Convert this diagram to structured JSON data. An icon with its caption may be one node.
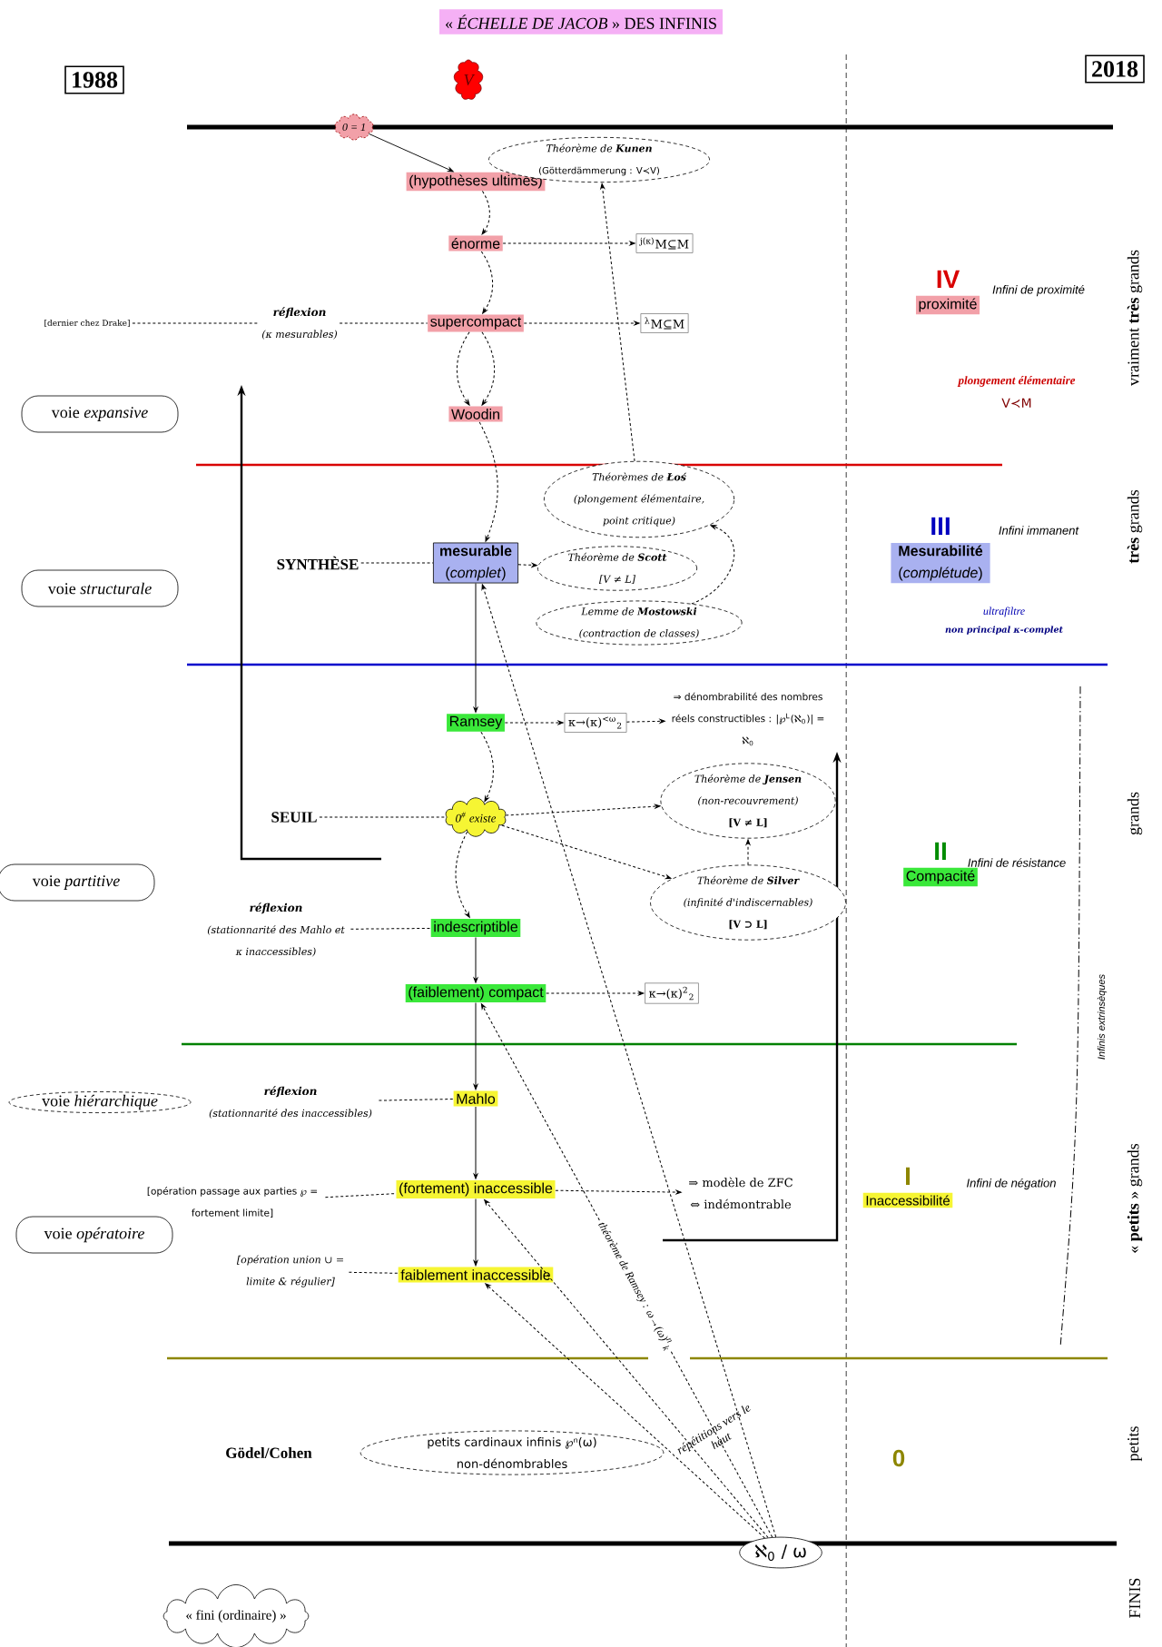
{
  "diagram": {
    "title": "« *ÉCHELLE DE JACOB* » DES INFINIS",
    "nodes": [
      {
        "text": [
          "1988"
        ]
      },
      {
        "text": [
          "V"
        ]
      },
      {
        "text": [
          "2018"
        ]
      },
      {
        "text": [
          "0 = 1"
        ]
      },
      {
        "text": [
          "(hypothèses ultimes)"
        ]
      },
      {
        "text": [
          "Théorème de **Kunen**",
          "(Götterdämmerung : V≺V)"
        ]
      },
      {
        "text": [
          "énorme"
        ]
      },
      {
        "text": [
          "$^{j(κ)}$M⊆M"
        ]
      },
      {
        "text": [
          "[dernier chez Drake]"
        ]
      },
      {
        "text": [
          "réflexion",
          "(κ mesurables)"
        ]
      },
      {
        "text": [
          "supercompact"
        ]
      },
      {
        "text": [
          "$^{λ}$M⊆M"
        ]
      },
      {
        "text": [
          "proximité"
        ],
        "beside": [
          "IV"
        ]
      },
      {
        "text": [
          "voie *expansive*"
        ]
      },
      {
        "text": [
          "Woodin"
        ]
      },
      {
        "text": [
          "Théorèmes de **Łoś**",
          "(plongement élémentaire, point critique)"
        ]
      },
      {
        "text": [
          "SYNTHÈSE"
        ]
      },
      {
        "text": [
          "**mesurable** (*complet*)"
        ]
      },
      {
        "text": [
          "Théorème de **Scott**",
          "[V ≠ L]"
        ]
      },
      {
        "text": [
          "**Mesurabilité** (*complétude*)"
        ],
        "beside": [
          "III"
        ]
      },
      {
        "text": [
          "voie *structurale*"
        ]
      },
      {
        "text": [
          "Lemme de **Mostowski**",
          "(contraction de classes)"
        ]
      },
      {
        "text": [
          "Ramsey"
        ]
      },
      {
        "text": [
          "κ→(κ)$^{<ω}$$_{2}$"
        ]
      },
      {
        "text": [
          "⇒ dénombrabilité des nombres réels constructibles : |℘$^{L}$(ℵ$_{0}$)| = ℵ$_{0}$"
        ]
      },
      {
        "text": [
          "SEUIL"
        ]
      },
      {
        "text": [
          "0$^{#}$ existe"
        ]
      },
      {
        "text": [
          "Théorème de **Jensen**",
          "(non-recouvrement)",
          "[V ≠ L]"
        ]
      },
      {
        "text": [
          "voie *partitive*"
        ]
      },
      {
        "text": [
          "Théorème de **Silver**",
          "(infinité d'indiscernables)",
          "[V ⊃ L]"
        ]
      },
      {
        "text": [
          "Compacité"
        ],
        "beside": [
          "II"
        ]
      },
      {
        "text": [
          "réflexion",
          "(stationnarité des Mahlo et κ inaccessibles)"
        ]
      },
      {
        "text": [
          "indescriptible"
        ]
      },
      {
        "text": [
          "(faiblement) compact"
        ]
      },
      {
        "text": [
          "κ→(κ)$^{2}$$_{2}$"
        ]
      },
      {
        "text": [
          "voie *hiérarchique*"
        ]
      },
      {
        "text": [
          "réflexion",
          "(stationnarité des inaccessibles)"
        ]
      },
      {
        "text": [
          "Mahlo"
        ]
      },
      {
        "text": [
          "[opération passage aux parties ℘ = fortement limite]"
        ]
      },
      {
        "text": [
          "(fortement) inaccessible"
        ]
      },
      {
        "text": [
          "⇒ modèle de ZFC ⇔ indémontrable"
        ]
      },
      {
        "text": [
          "Inaccessibilité"
        ],
        "beside": [
          "I"
        ]
      },
      {
        "text": [
          "voie *opératoire*"
        ]
      },
      {
        "text": [
          "[opération union ∪ = limite & régulier]"
        ]
      },
      {
        "text": [
          "faiblement inaccessible"
        ]
      },
      {
        "text": [
          "Gödel/Cohen"
        ]
      },
      {
        "text": [
          "petits cardinaux infinis ℘ⁿ(ω) non-dénombrables"
        ]
      },
      {
        "text": [
          "ℵ$_{0}$ / ω"
        ]
      },
      {
        "text": [
          "« fini (ordinaire) »"
        ]
      }
    ],
    "edges": [
      {
        "from": 3,
        "to": 4,
        "arrow": "to"
      },
      {
        "from": 4,
        "to": 6,
        "arrow": "to",
        "style": "dashed"
      },
      {
        "from": 6,
        "to": 7,
        "arrow": "to",
        "style": "dashed"
      },
      {
        "from": 8,
        "to": 9,
        "arrow": "none",
        "style": "dashed"
      },
      {
        "from": 9,
        "to": 10,
        "arrow": "none",
        "style": "dashed"
      },
      {
        "from": 6,
        "to": 10,
        "arrow": "to",
        "style": "dashed"
      },
      {
        "from": 10,
        "to": 11,
        "arrow": "to",
        "style": "dashed"
      },
      {
        "from": 10,
        "to": 14,
        "arrow": "to",
        "style": "dashed"
      },
      {
        "from": 10,
        "to": 14,
        "arrow": "to",
        "style": "dashed"
      },
      {
        "from": 14,
        "to": 17,
        "arrow": "to",
        "style": "dashed"
      },
      {
        "from": 15,
        "to": 5,
        "arrow": "to",
        "style": "dashed"
      },
      {
        "from": 16,
        "to": 17,
        "arrow": "none",
        "style": "dashed"
      },
      {
        "from": 17,
        "to": 18,
        "arrow": "to",
        "style": "dashed"
      },
      {
        "from": 21,
        "to": 15,
        "arrow": "to",
        "style": "dashed"
      },
      {
        "from": 17,
        "to": 22,
        "arrow": "to"
      },
      {
        "from": 22,
        "to": 23,
        "arrow": "to",
        "style": "dashed"
      },
      {
        "from": 23,
        "to": 24,
        "arrow": "to",
        "style": "dashed"
      },
      {
        "from": 22,
        "to": 26,
        "arrow": "to",
        "style": "dashed"
      },
      {
        "from": 25,
        "to": 26,
        "arrow": "none",
        "style": "dashed"
      },
      {
        "from": 26,
        "to": 27,
        "arrow": "to",
        "style": "dashed"
      },
      {
        "from": 26,
        "to": 29,
        "arrow": "to",
        "style": "dashed"
      },
      {
        "from": 29,
        "to": 27,
        "arrow": "to",
        "style": "dashed"
      },
      {
        "from": 26,
        "to": 32,
        "arrow": "to",
        "style": "dashed"
      },
      {
        "from": 31,
        "to": 32,
        "arrow": "none",
        "style": "dashed"
      },
      {
        "from": 32,
        "to": 33,
        "arrow": "to"
      },
      {
        "from": 33,
        "to": 34,
        "arrow": "to",
        "style": "dashed"
      },
      {
        "from": 33,
        "to": 37,
        "arrow": "to"
      },
      {
        "from": 36,
        "to": 37,
        "arrow": "none",
        "style": "dashed"
      },
      {
        "from": 37,
        "to": 39,
        "arrow": "to"
      },
      {
        "from": 38,
        "to": 39,
        "arrow": "none",
        "style": "dashed"
      },
      {
        "from": 39,
        "to": 40,
        "arrow": "to",
        "style": "dashed"
      },
      {
        "from": 39,
        "to": 44,
        "arrow": "to"
      },
      {
        "from": 43,
        "to": 44,
        "arrow": "none",
        "style": "dashed"
      },
      {
        "from": 47,
        "to": 44,
        "arrow": "to",
        "style": "dashed"
      },
      {
        "from": 47,
        "to": 39,
        "arrow": "to",
        "style": "dashed"
      },
      {
        "from": 47,
        "to": 33,
        "arrow": "to",
        "style": "dashed",
        "label": "théorème de Ramsey : ω→(ω)$^{n}$$_{k}$"
      },
      {
        "from": 47,
        "to": 17,
        "arrow": "to",
        "style": "dashed"
      }
    ],
    "labels": [
      "Infini de proximité",
      "plongement élémentaire",
      "V≺M",
      "vraiment **très** grands",
      "Infini immanent",
      "**très** grands",
      "ultrafiltre",
      "non principal κ-complet",
      "Infini de résistance",
      "grands",
      "Infinis extrinsèques",
      "Infini de négation",
      "« **petits** » grands",
      "répétitions vers le haut",
      "0",
      "petits",
      "FINIS"
    ]
  }
}
